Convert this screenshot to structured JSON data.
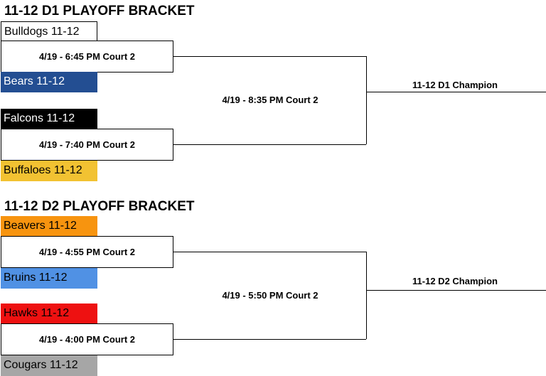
{
  "bracket1": {
    "title": "11-12 D1 PLAYOFF BRACKET",
    "teams": [
      {
        "name": "Bulldogs 11-12",
        "color": "#ffffff",
        "text_color": "#000000"
      },
      {
        "name": "Bears 11-12",
        "color": "#234e92",
        "text_color": "#ffffff"
      },
      {
        "name": "Falcons 11-12",
        "color": "#000000",
        "text_color": "#ffffff"
      },
      {
        "name": "Buffaloes 11-12",
        "color": "#f2c232",
        "text_color": "#000000"
      }
    ],
    "games": {
      "game1": "4/19 - 6:45 PM Court 2",
      "game2": "4/19 - 7:40 PM Court 2",
      "final": "4/19 - 8:35 PM Court 2"
    },
    "champion": "11-12 D1 Champion"
  },
  "bracket2": {
    "title": "11-12 D2 PLAYOFF BRACKET",
    "teams": [
      {
        "name": "Beavers 11-12",
        "color": "#f7940f",
        "text_color": "#000000"
      },
      {
        "name": "Bruins 11-12",
        "color": "#5091e4",
        "text_color": "#000000"
      },
      {
        "name": "Hawks 11-12",
        "color": "#ee1111",
        "text_color": "#000000"
      },
      {
        "name": "Cougars 11-12",
        "color": "#a6a6a6",
        "text_color": "#000000"
      }
    ],
    "games": {
      "game1": "4/19 - 4:55 PM Court 2",
      "game2": "4/19 - 4:00 PM Court 2",
      "final": "4/19 - 5:50 PM Court 2"
    },
    "champion": "11-12 D2 Champion"
  }
}
